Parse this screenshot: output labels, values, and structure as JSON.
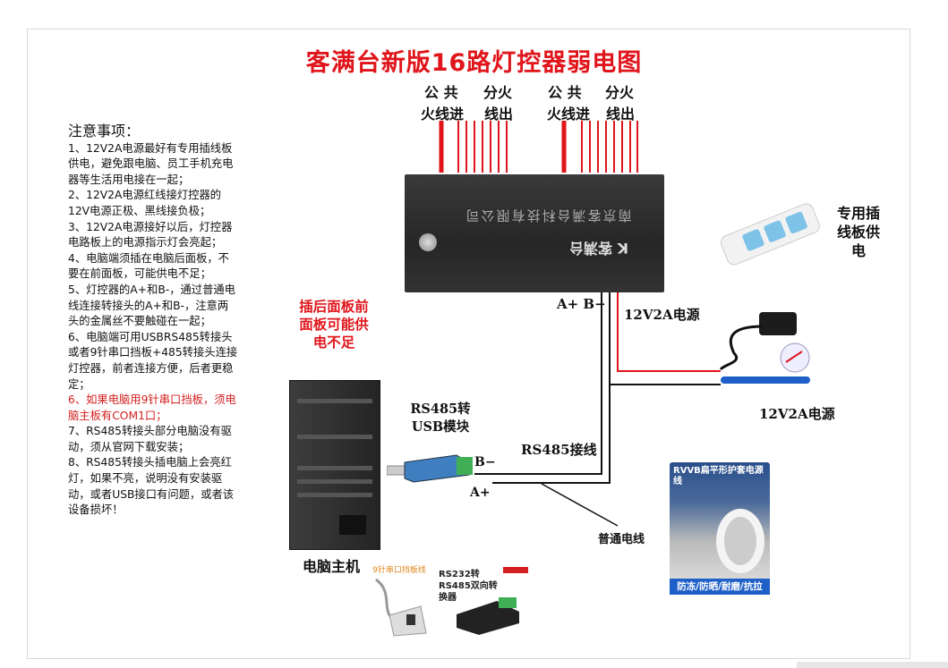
{
  "title": "客满台新版16路灯控器弱电图",
  "wire_labels": {
    "group1_common": "公 共",
    "group1_common2": "火线进",
    "group1_branch": "分火",
    "group1_branch2": "线出",
    "group2_common": "公 共",
    "group2_common2": "火线进",
    "group2_branch": "分火",
    "group2_branch2": "线出"
  },
  "notes": {
    "heading": "注意事项：",
    "items": [
      "1、12V2A电源最好有专用插线板供电，避免跟电脑、员工手机充电器等生活用电接在一起；",
      "2、12V2A电源红线接灯控器的12V电源正极、黑线接负极；",
      "3、12V2A电源接好以后，灯控器电路板上的电源指示灯会亮起；",
      "4、电脑端须插在电脑后面板，不要在前面板，可能供电不足；",
      "5、灯控器的A+和B-，通过普通电线连接转接头的A+和B-，注意两头的金属丝不要触碰在一起；",
      "6、电脑端可用USBRS485转接头或者9针串口挡板+485转接头连接灯控器，前者连接方便，后者更稳定；",
      "6、如果电脑用9针串口挡板，须电脑主板有COM1口；",
      "7、RS485转接头部分电脑没有驱动，须从官网下载安装；",
      "8、RS485转接头插电脑上会亮红灯，如果不亮，说明没有安装驱动，或者USB接口有问题，或者该设备损坏！"
    ]
  },
  "controller": {
    "company": "南京客满台科技有限公司",
    "logo": "K 客满台"
  },
  "labels": {
    "ab_top": "A+ B−",
    "power_top": "12V2A电源",
    "power_strip": "专用插线板供电",
    "power_adapter": "12V2A电源",
    "rear_panel_warning": "插后面板前面板可能供电不足",
    "pc": "电脑主机",
    "usb_module": "RS485转USB模块",
    "rs485_wire": "RS485接线",
    "b_minus": "B−",
    "a_plus": "A+",
    "plain_wire": "普通电线",
    "serial_bracket": "9针串口挡板线",
    "rs232_converter": "RS232转RS485双向转换器",
    "cable_title": "RVVB扁平形护套电源线",
    "cable_band": "防冻/防晒/耐磨/抗拉"
  },
  "colors": {
    "title": "#e0151b",
    "wire_red": "#e0151b",
    "wire_black": "#111111"
  }
}
